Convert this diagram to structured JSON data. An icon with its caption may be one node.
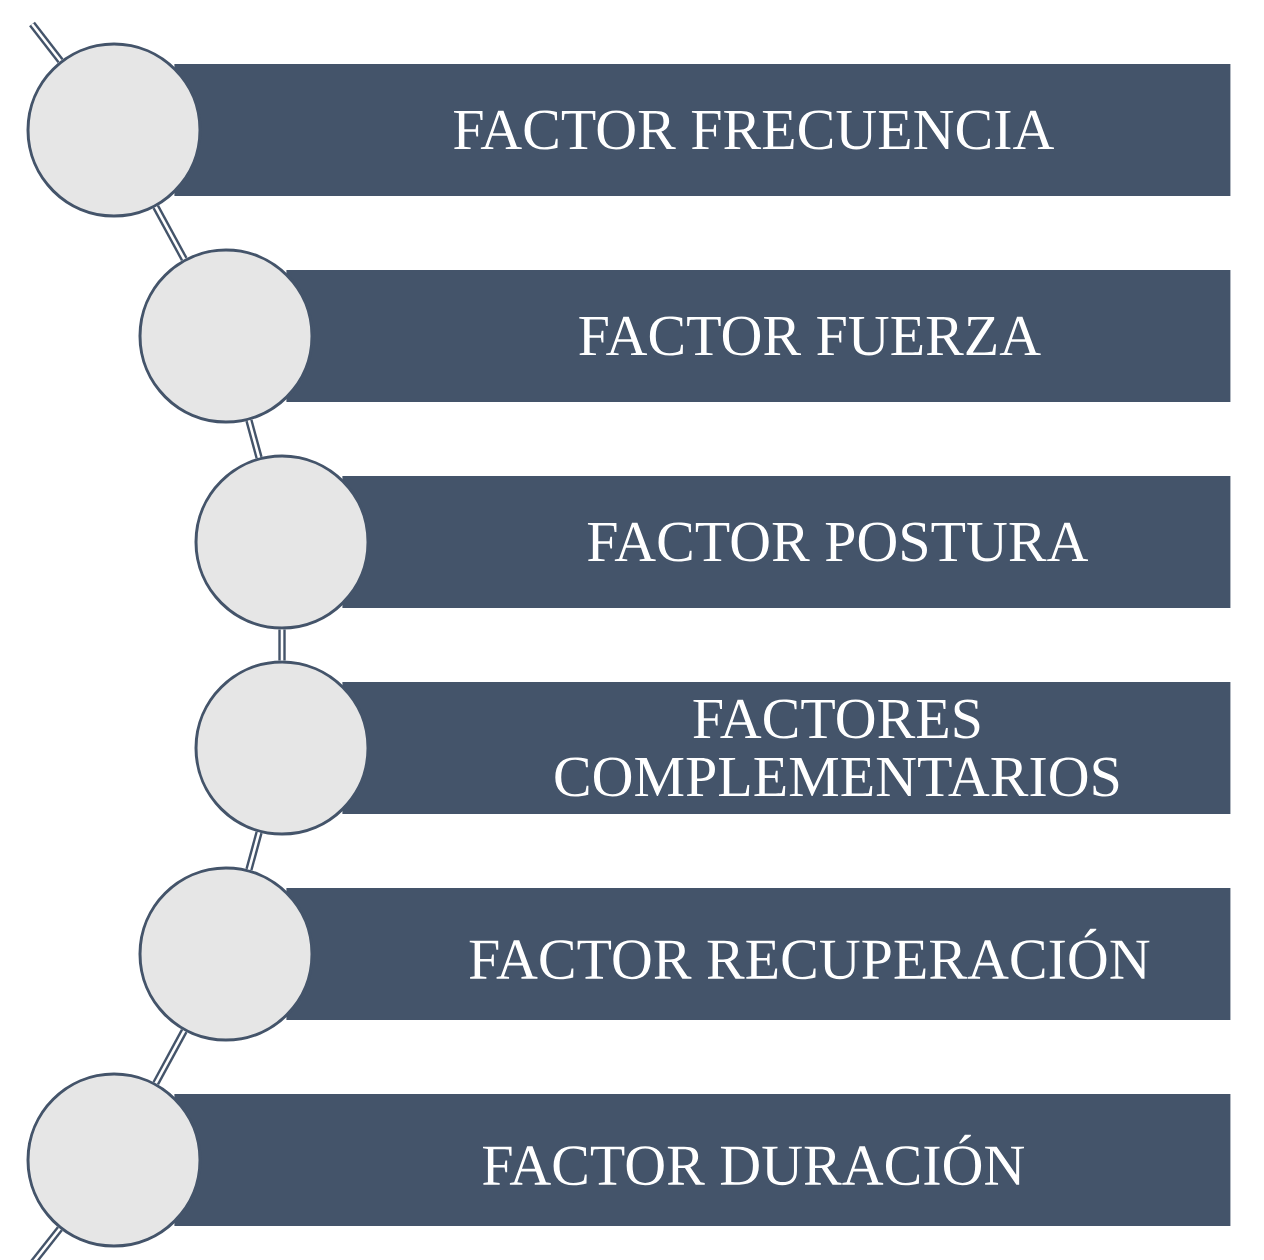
{
  "diagram": {
    "nodes": [
      {
        "text": [],
        "shape": "circle"
      },
      {
        "text": [
          "FACTOR  FRECUENCIA"
        ]
      },
      {
        "text": [],
        "shape": "circle"
      },
      {
        "text": [
          "FACTOR FUERZA"
        ]
      },
      {
        "text": [],
        "shape": "circle"
      },
      {
        "text": [
          "FACTOR POSTURA"
        ]
      },
      {
        "text": [],
        "shape": "circle"
      },
      {
        "text": [
          "FACTORES COMPLEMENTARIOS"
        ]
      },
      {
        "text": [],
        "shape": "circle"
      },
      {
        "text": [
          "FACTOR RECUPERACIÓN"
        ]
      },
      {
        "text": [],
        "shape": "circle"
      },
      {
        "text": [
          "FACTOR DURACIÓN"
        ]
      }
    ],
    "edges": [
      {
        "from": null,
        "to": 0,
        "arrow": "none"
      },
      {
        "from": 0,
        "to": 2,
        "arrow": "none"
      },
      {
        "from": 2,
        "to": 4,
        "arrow": "none"
      },
      {
        "from": 4,
        "to": 6,
        "arrow": "none"
      },
      {
        "from": 6,
        "to": 8,
        "arrow": "none"
      },
      {
        "from": 8,
        "to": 10,
        "arrow": "none"
      },
      {
        "from": 10,
        "to": null,
        "arrow": "none"
      }
    ]
  }
}
